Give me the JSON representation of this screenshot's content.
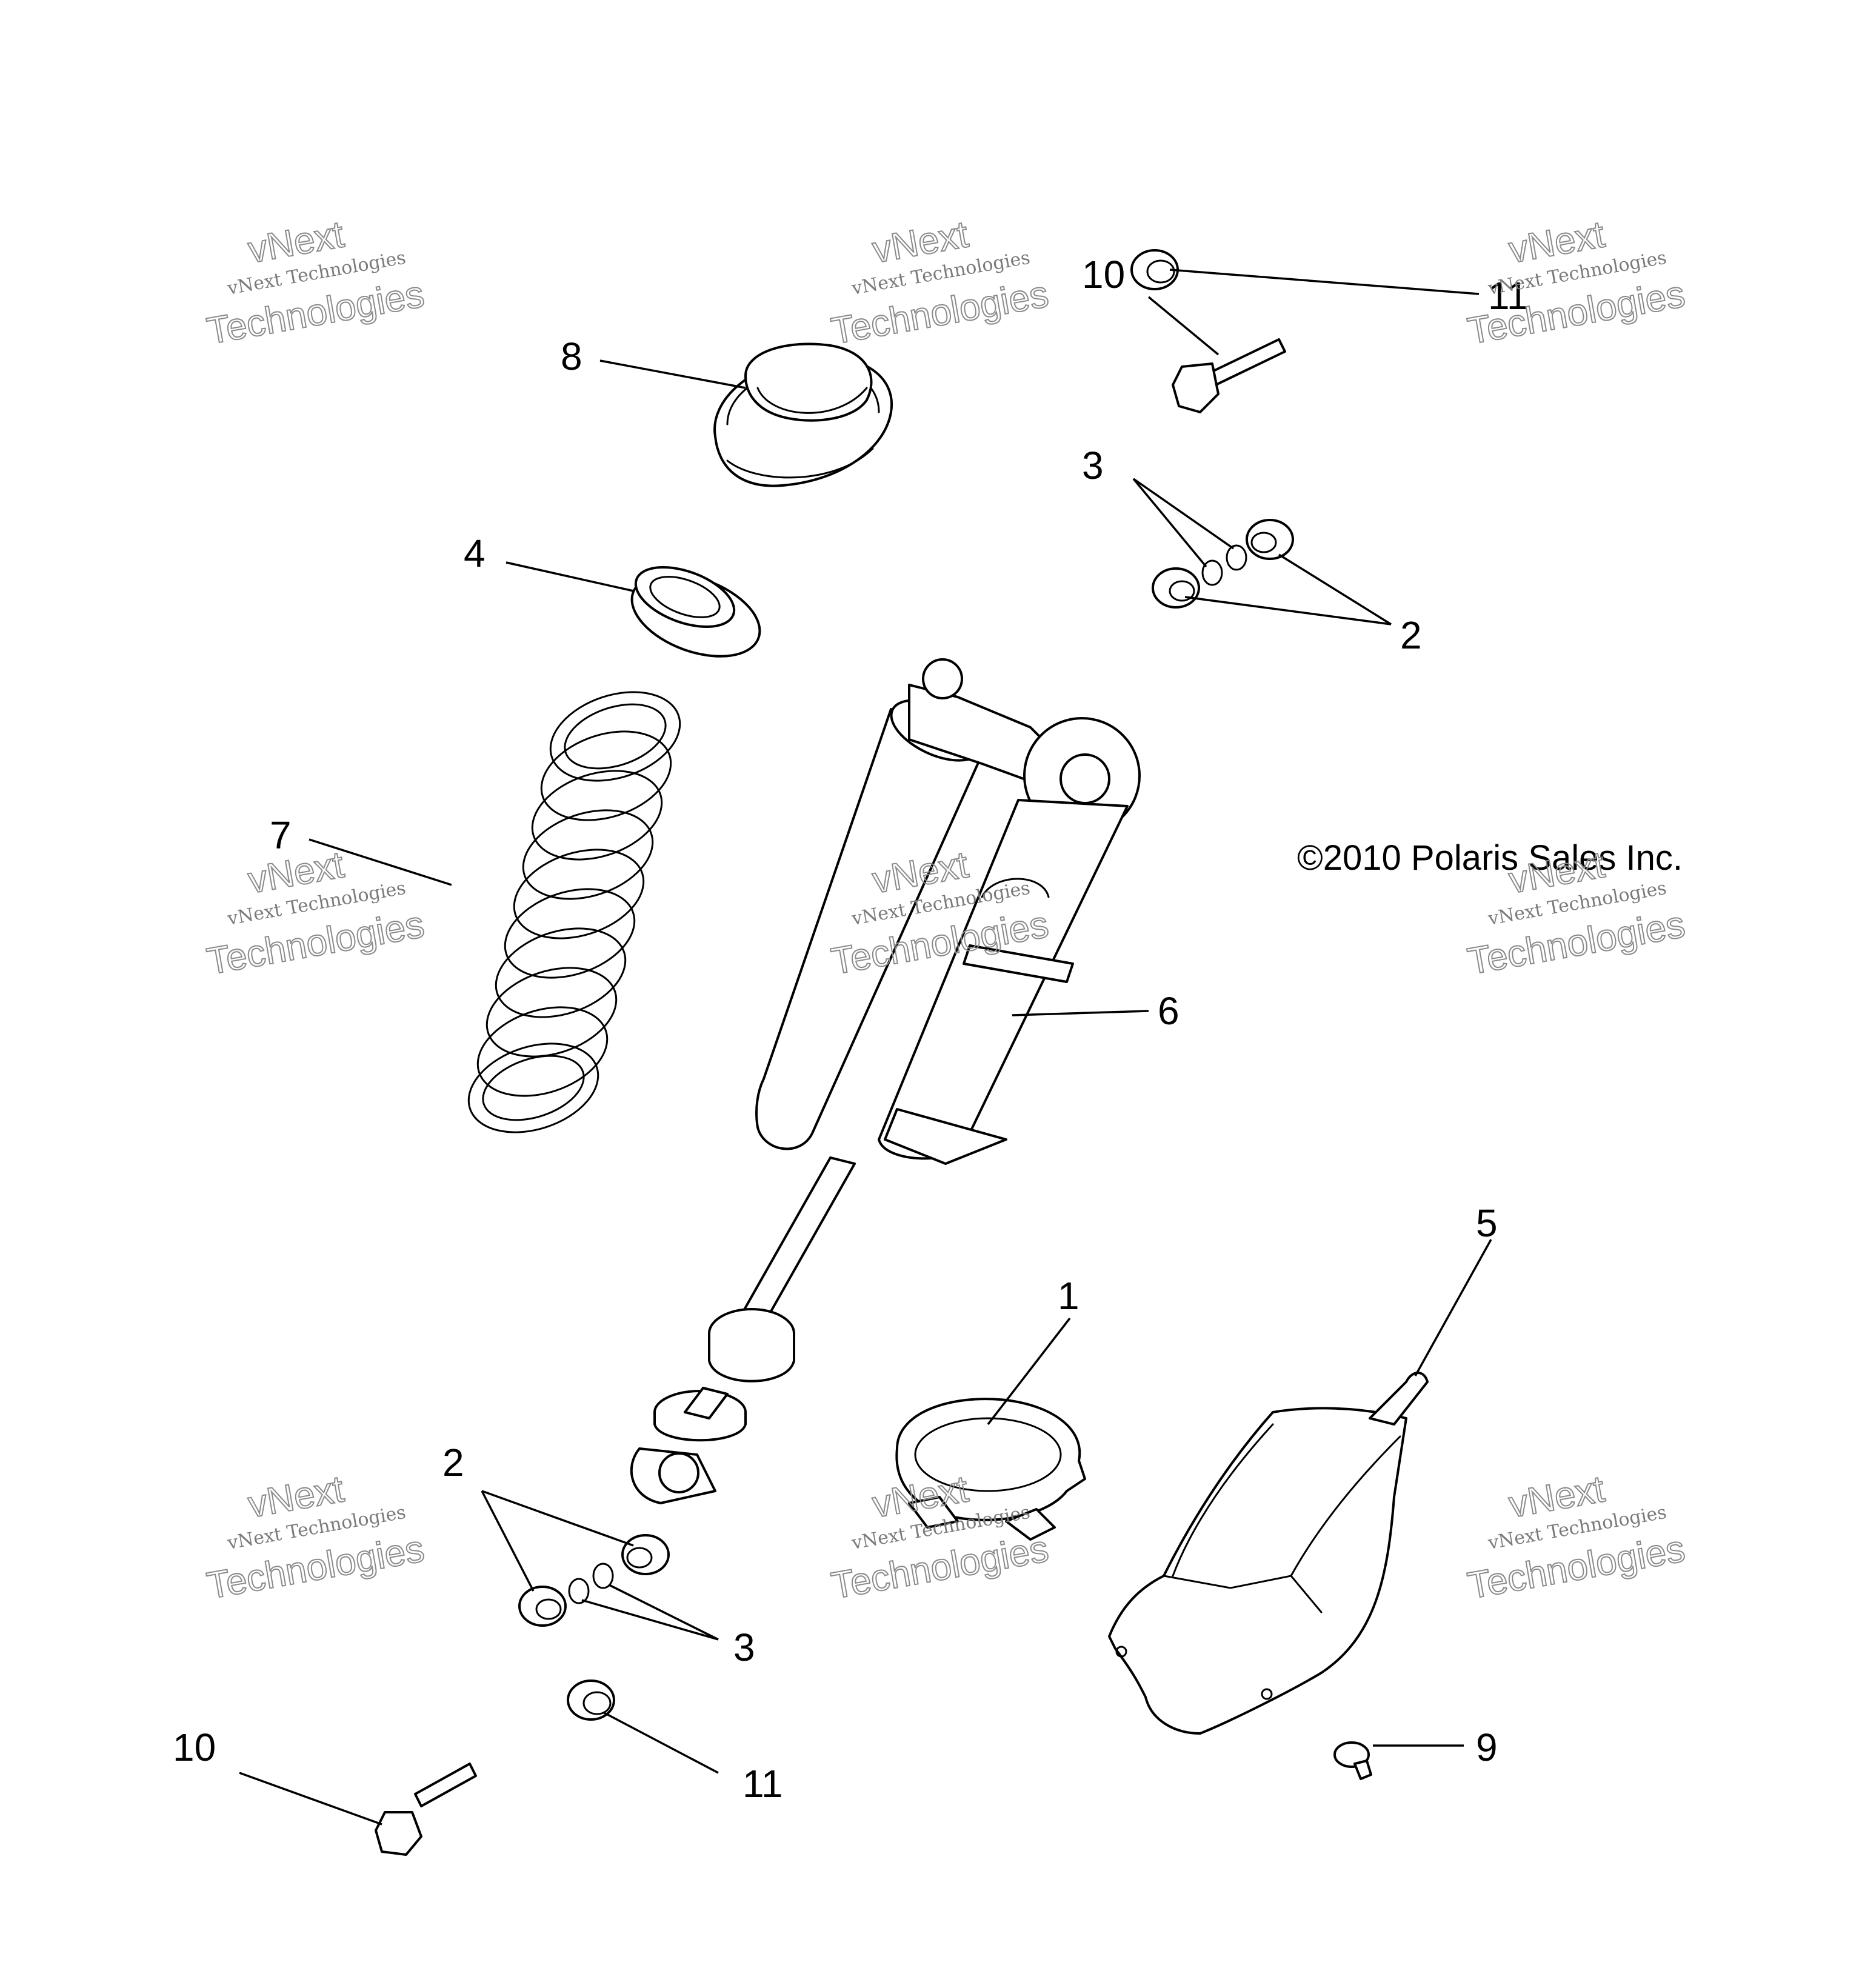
{
  "callouts": {
    "c1": "1",
    "c2a": "2",
    "c2b": "2",
    "c3a": "3",
    "c3b": "3",
    "c4": "4",
    "c5": "5",
    "c6": "6",
    "c7": "7",
    "c8": "8",
    "c9": "9",
    "c10a": "10",
    "c10b": "10",
    "c11a": "11",
    "c11b": "11"
  },
  "copyright": "©2010 Polaris Sales Inc.",
  "watermark": {
    "line1": "vNext",
    "line2": "vNext Technologies",
    "line3": "Technologies"
  }
}
